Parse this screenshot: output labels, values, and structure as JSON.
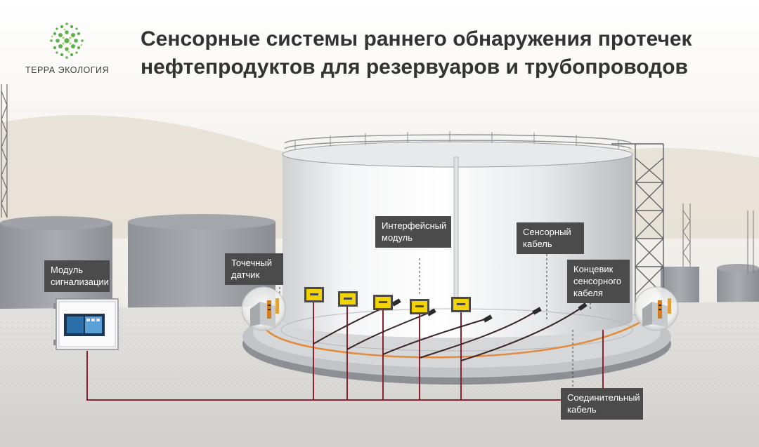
{
  "title": "Сенсорные системы раннего обнаружения протечек нефтепродуктов для резервуаров и трубопроводов",
  "brand": {
    "name": "ТЕРРА ЭКОЛОГИЯ",
    "logo_icon": "green-dotted-sphere-icon"
  },
  "labels": {
    "alarm_module": [
      "Модуль",
      "сигнализации"
    ],
    "point_sensor": [
      "Точечный",
      "датчик"
    ],
    "interface_module": [
      "Интерфейсный",
      "модуль"
    ],
    "sensor_cable": [
      "Сенсорный",
      "кабель"
    ],
    "cable_end": [
      "Концевик",
      "сенсорного",
      "кабеля"
    ],
    "connecting_cable": [
      "Соединительный",
      "кабель"
    ]
  },
  "colors": {
    "label_bg": "#4b4b4b",
    "signal_cable": "#8a2231",
    "sensor_cable": "#e38a3c",
    "module_yellow": "#f2d200",
    "panel_screen": "#2b6ea8"
  }
}
